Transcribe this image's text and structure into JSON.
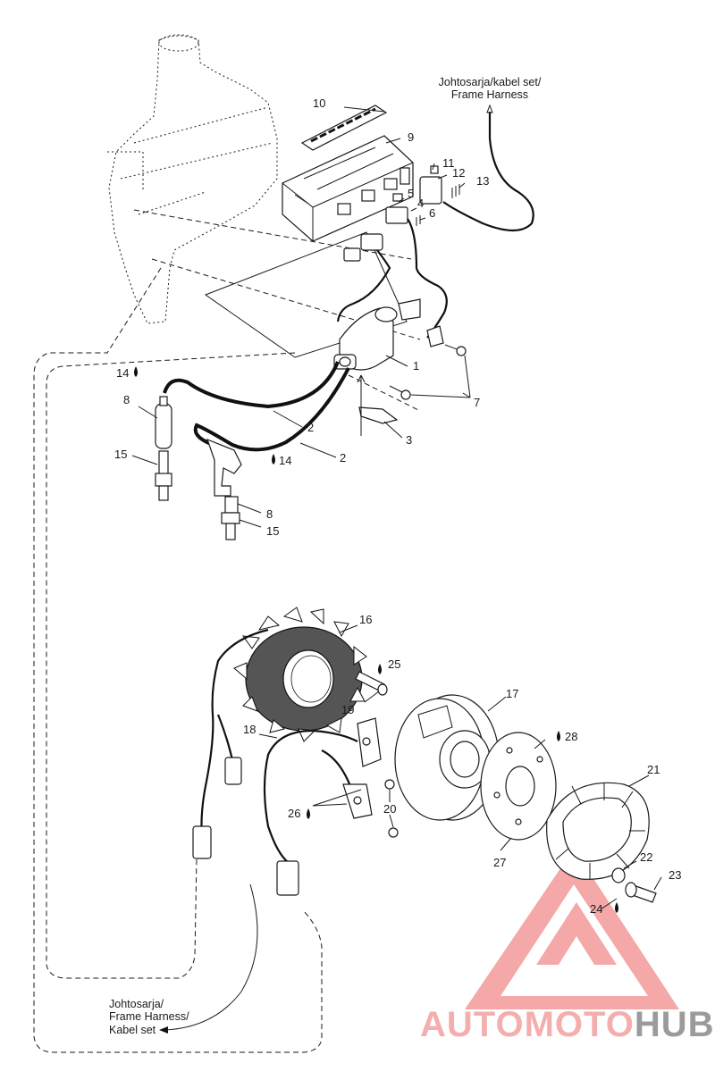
{
  "harness_labels": {
    "top": [
      "Johtosarja/kabel set/",
      "Frame Harness"
    ],
    "bottom": [
      "Johtosarja/",
      "Frame Harness/",
      "Kabel set"
    ]
  },
  "callouts": {
    "p1": "1",
    "p2a": "2",
    "p2b": "2",
    "p3": "3",
    "p4": "4",
    "p5": "5",
    "p6": "6",
    "p7": "7",
    "p8a": "8",
    "p8b": "8",
    "p9": "9",
    "p10": "10",
    "p11": "11",
    "p12": "12",
    "p13": "13",
    "p14a": "14",
    "p14b": "14",
    "p15a": "15",
    "p15b": "15",
    "p16": "16",
    "p17": "17",
    "p18": "18",
    "p19": "19",
    "p20": "20",
    "p21": "21",
    "p22": "22",
    "p23": "23",
    "p24": "24",
    "p25": "25",
    "p26": "26",
    "p27": "27",
    "p28": "28"
  },
  "logo": {
    "text_left": "AUTOMOTO",
    "text_right": "HUB",
    "color_left": "#f4a0a0",
    "color_right": "#8a8a8a",
    "triangle_color": "#f08080"
  },
  "icons": {
    "lubricant": "droplet-icon"
  }
}
